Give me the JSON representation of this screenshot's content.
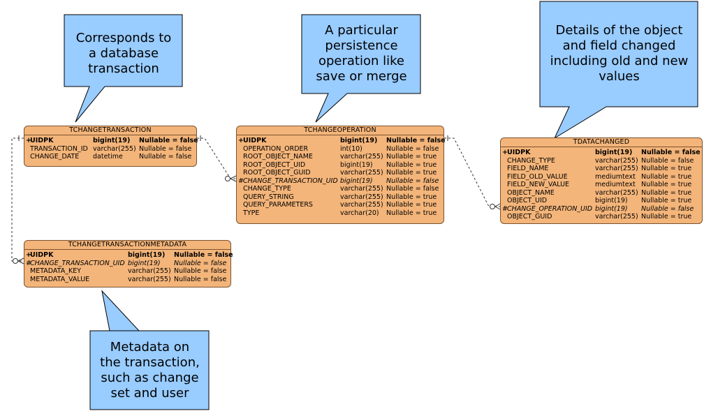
{
  "callouts": {
    "transaction": [
      "Corresponds to",
      "a database",
      "transaction"
    ],
    "operation": [
      "A particular",
      "persistence",
      "operation like",
      "save or merge"
    ],
    "datachanged": [
      "Details of the object",
      "and field changed",
      "including old and new",
      "values"
    ],
    "metadata": [
      "Metadata on",
      "the transaction,",
      "such as change",
      "set and user"
    ]
  },
  "entities": {
    "tchangetransaction": {
      "name": "TCHANGETRANSACTION",
      "columns": [
        {
          "mark": "+",
          "name": "UIDPK",
          "type": "bigint(19)",
          "nullable": "Nullable = false",
          "kind": "pk"
        },
        {
          "mark": "",
          "name": "TRANSACTION_ID",
          "type": "varchar(255)",
          "nullable": "Nullable = false",
          "kind": ""
        },
        {
          "mark": "",
          "name": "CHANGE_DATE",
          "type": "datetime",
          "nullable": "Nullable = false",
          "kind": ""
        }
      ]
    },
    "tchangeoperation": {
      "name": "TCHANGEOPERATION",
      "columns": [
        {
          "mark": "+",
          "name": "UIDPK",
          "type": "bigint(19)",
          "nullable": "Nullable = false",
          "kind": "pk"
        },
        {
          "mark": "",
          "name": "OPERATION_ORDER",
          "type": "int(10)",
          "nullable": "Nullable = false",
          "kind": ""
        },
        {
          "mark": "",
          "name": "ROOT_OBJECT_NAME",
          "type": "varchar(255)",
          "nullable": "Nullable = true",
          "kind": ""
        },
        {
          "mark": "",
          "name": "ROOT_OBJECT_UID",
          "type": "bigint(19)",
          "nullable": "Nullable = true",
          "kind": ""
        },
        {
          "mark": "",
          "name": "ROOT_OBJECT_GUID",
          "type": "varchar(255)",
          "nullable": "Nullable = true",
          "kind": ""
        },
        {
          "mark": "#",
          "name": "CHANGE_TRANSACTION_UID",
          "type": "bigint(19)",
          "nullable": "Nullable = false",
          "kind": "fk"
        },
        {
          "mark": "",
          "name": "CHANGE_TYPE",
          "type": "varchar(255)",
          "nullable": "Nullable = false",
          "kind": ""
        },
        {
          "mark": "",
          "name": "QUERY_STRING",
          "type": "varchar(255)",
          "nullable": "Nullable = true",
          "kind": ""
        },
        {
          "mark": "",
          "name": "QUERY_PARAMETERS",
          "type": "varchar(255)",
          "nullable": "Nullable = true",
          "kind": ""
        },
        {
          "mark": "",
          "name": "TYPE",
          "type": "varchar(20)",
          "nullable": "Nullable = true",
          "kind": ""
        }
      ]
    },
    "tdatachanged": {
      "name": "TDATACHANGED",
      "columns": [
        {
          "mark": "+",
          "name": "UIDPK",
          "type": "bigint(19)",
          "nullable": "Nullable = false",
          "kind": "pk"
        },
        {
          "mark": "",
          "name": "CHANGE_TYPE",
          "type": "varchar(255)",
          "nullable": "Nullable = false",
          "kind": ""
        },
        {
          "mark": "",
          "name": "FIELD_NAME",
          "type": "varchar(255)",
          "nullable": "Nullable = true",
          "kind": ""
        },
        {
          "mark": "",
          "name": "FIELD_OLD_VALUE",
          "type": "mediumtext",
          "nullable": "Nullable = true",
          "kind": ""
        },
        {
          "mark": "",
          "name": "FIELD_NEW_VALUE",
          "type": "mediumtext",
          "nullable": "Nullable = true",
          "kind": ""
        },
        {
          "mark": "",
          "name": "OBJECT_NAME",
          "type": "varchar(255)",
          "nullable": "Nullable = true",
          "kind": ""
        },
        {
          "mark": "",
          "name": "OBJECT_UID",
          "type": "bigint(19)",
          "nullable": "Nullable = true",
          "kind": ""
        },
        {
          "mark": "#",
          "name": "CHANGE_OPERATION_UID",
          "type": "bigint(19)",
          "nullable": "Nullable = false",
          "kind": "fk"
        },
        {
          "mark": "",
          "name": "OBJECT_GUID",
          "type": "varchar(255)",
          "nullable": "Nullable = true",
          "kind": ""
        }
      ]
    },
    "tchangetransactionmetadata": {
      "name": "TCHANGETRANSACTIONMETADATA",
      "columns": [
        {
          "mark": "+",
          "name": "UIDPK",
          "type": "bigint(19)",
          "nullable": "Nullable = false",
          "kind": "pk"
        },
        {
          "mark": "#",
          "name": "CHANGE_TRANSACTION_UID",
          "type": "bigint(19)",
          "nullable": "Nullable = false",
          "kind": "fk"
        },
        {
          "mark": "",
          "name": "METADATA_KEY",
          "type": "varchar(255)",
          "nullable": "Nullable = false",
          "kind": ""
        },
        {
          "mark": "",
          "name": "METADATA_VALUE",
          "type": "varchar(255)",
          "nullable": "Nullable = false",
          "kind": ""
        }
      ]
    }
  },
  "colors": {
    "callout_fill": "#99ccff",
    "entity_fill": "#f4b57a",
    "entity_border": "#7a5230"
  }
}
